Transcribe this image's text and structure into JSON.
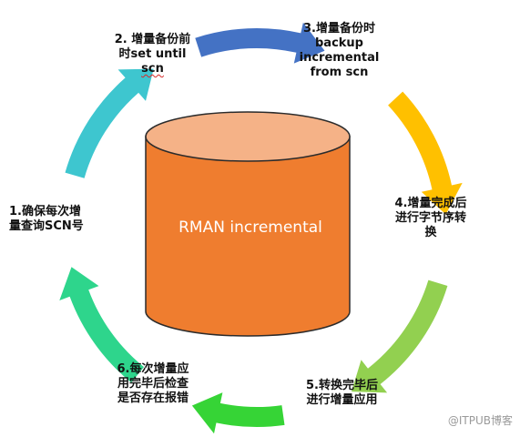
{
  "diagram": {
    "center": {
      "label": "RMAN incremental",
      "body_color": "#ef7d2f",
      "top_color": "#f5b287",
      "outline_color": "#2b2b2b"
    },
    "steps": [
      {
        "lines": [
          "1.确保每次增",
          "量查询SCN号"
        ]
      },
      {
        "lines": [
          "2. 增量备份前",
          "时set until",
          "scn"
        ]
      },
      {
        "lines": [
          "3.增量备份时",
          "backup",
          "incremental",
          "from scn"
        ]
      },
      {
        "lines": [
          "4.增量完成后",
          "进行字节序转",
          "换"
        ]
      },
      {
        "lines": [
          "5.转换完毕后",
          "进行增量应用"
        ]
      },
      {
        "lines": [
          "6.每次增量应",
          "用完毕后检查",
          "是否存在报错"
        ]
      }
    ],
    "arrows": [
      {
        "from": "1",
        "to": "2",
        "color": "#3ec6cf"
      },
      {
        "from": "2",
        "to": "3",
        "color": "#4472c4"
      },
      {
        "from": "3",
        "to": "4",
        "color": "#ffc000"
      },
      {
        "from": "4",
        "to": "5",
        "color": "#92d050"
      },
      {
        "from": "5",
        "to": "6",
        "color": "#36d436"
      },
      {
        "from": "6",
        "to": "1",
        "color": "#2ed58c"
      }
    ],
    "watermark": "@ITPUB博客"
  }
}
